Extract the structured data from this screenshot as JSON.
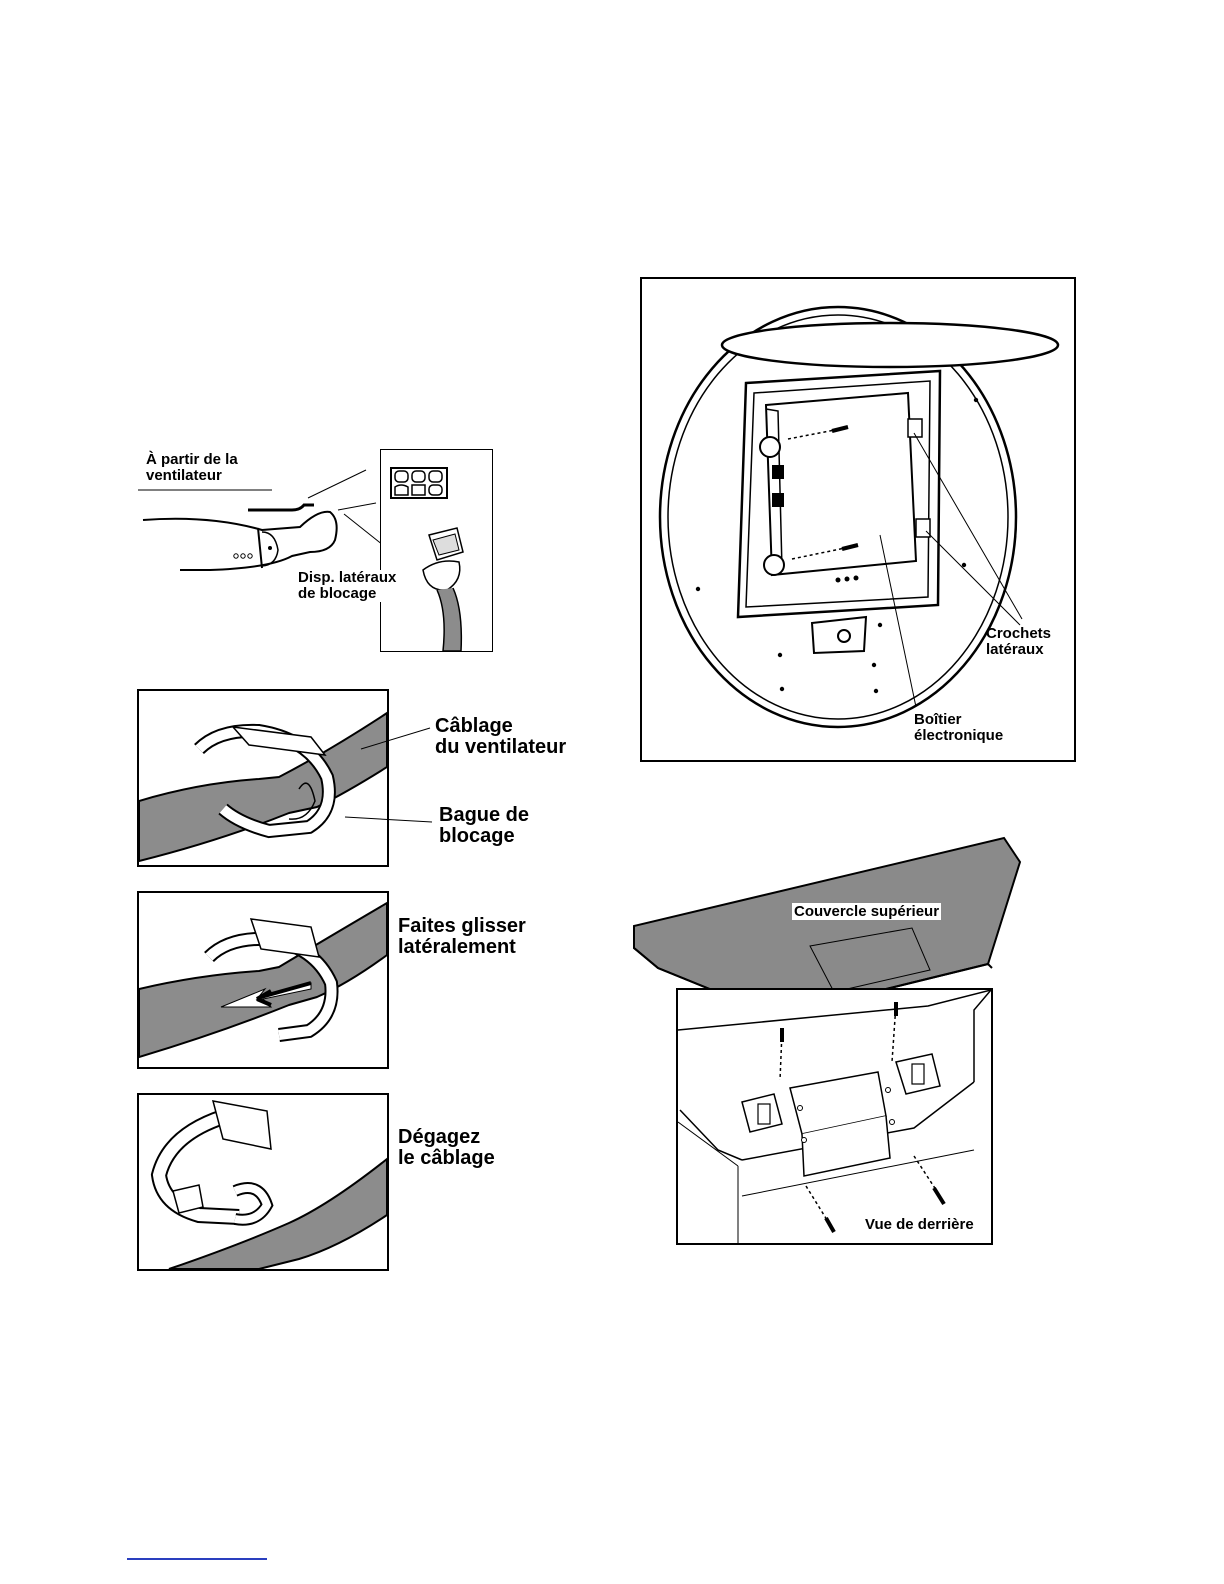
{
  "fig_plug": {
    "label_from_fan": [
      "À partir de la",
      "ventilateur"
    ],
    "label_locking": [
      "Disp. latéraux",
      "de blocage"
    ]
  },
  "fig_clip_1": {
    "label_wiring": [
      "Câblage",
      "du ventilateur"
    ],
    "label_ring": [
      "Bague de",
      "blocage"
    ]
  },
  "fig_clip_2": {
    "label_slide": [
      "Faites glisser",
      "latéralement"
    ]
  },
  "fig_clip_3": {
    "label_release": [
      "Dégagez",
      "le câblage"
    ]
  },
  "fig_box": {
    "label_hooks": [
      "Crochets",
      "latéraux"
    ],
    "label_box": [
      "Boîtier",
      "électronique"
    ]
  },
  "fig_cover": {
    "label_cover": "Couvercle supérieur",
    "label_rear": "Vue de derrière"
  },
  "colors": {
    "hose_gray": "#8c8c8c",
    "cover_gray": "#8a8a8a",
    "line": "#000000",
    "footer_link": "#2a3fbf"
  }
}
